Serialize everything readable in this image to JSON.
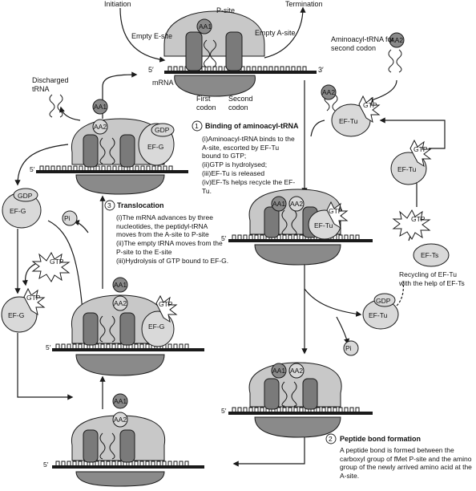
{
  "labels": {
    "initiation": "Initiation",
    "termination": "Termination",
    "p_site": "P-site",
    "empty_e_site": "Empty E-site",
    "empty_a_site": "Empty A-site",
    "five_prime": "5′",
    "three_prime": "3′",
    "mrna": "mRNA",
    "first_codon": "First codon",
    "second_codon": "Second codon",
    "discharged_trna": "Discharged tRNA",
    "aminoacyl_trna": "Aminoacyl-tRNA for second codon",
    "aa1": "AA1",
    "aa2": "AA2",
    "gdp": "GDP",
    "gtp": "GTP",
    "ef_g": "EF-G",
    "ef_tu": "EF-Tu",
    "ef_ts": "EF-Ts",
    "pi": "Pi",
    "recycling": "Recycling of EF-Tu with the help of EF-Ts"
  },
  "steps": [
    {
      "number": "1",
      "title": "Binding of aminoacyl-tRNA",
      "items": [
        "(i)Aminoacyl-tRNA binds to the A-site, escorted by EF-Tu bound to GTP;",
        "(ii)GTP is hydrolysed;",
        "(iii)EF-Tu is released",
        "(iv)EF-Ts helps recycle the EF-Tu."
      ]
    },
    {
      "number": "2",
      "title": "Peptide bond formation",
      "text": "A peptide bond is formed between the carboxyl group of fMet P-site and the amino group of the newly arrived amino acid at the A-site."
    },
    {
      "number": "3",
      "title": "Translocation",
      "items": [
        "(i)The mRNA advances by three nucleotides, the peptidyl-tRNA moves from the A-site to P-site",
        "(ii)The empty tRNA moves from the P-site to the E-site",
        "(iii)Hydrolysis of GTP bound to EF-G."
      ]
    }
  ],
  "colors": {
    "ribosome_light": "#c8c8c8",
    "ribosome_dark": "#7a7a7a",
    "factor_fill": "#d9d9d9",
    "line": "#1a1a1a"
  }
}
